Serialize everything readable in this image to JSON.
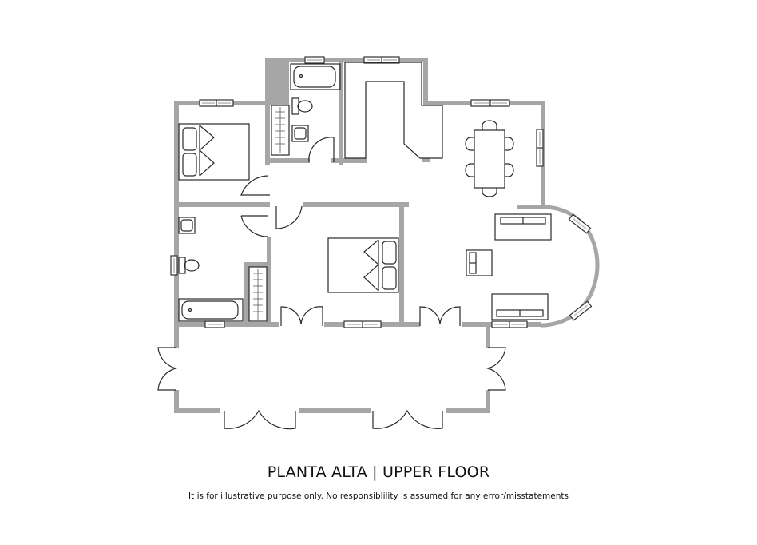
{
  "floorplan": {
    "title": "PLANTA ALTA | UPPER FLOOR",
    "disclaimer": "It is for illustrative purpose only. No responsiblility is assumed for any error/misstatements",
    "colors": {
      "wall": "#a6a6a6",
      "line": "#2a2a2a",
      "background": "#ffffff"
    },
    "rooms": [
      {
        "name": "bedroom-1",
        "furniture": [
          "double-bed"
        ]
      },
      {
        "name": "wardrobe-1",
        "furniture": [
          "wardrobe"
        ]
      },
      {
        "name": "bathroom-1",
        "furniture": [
          "bathtub",
          "toilet",
          "sink"
        ]
      },
      {
        "name": "kitchen",
        "furniture": [
          "l-shaped-counter"
        ]
      },
      {
        "name": "dining",
        "furniture": [
          "dining-table",
          "6-chairs"
        ]
      },
      {
        "name": "bathroom-2",
        "furniture": [
          "sink",
          "toilet",
          "bathtub",
          "wardrobe"
        ]
      },
      {
        "name": "bedroom-2",
        "furniture": [
          "double-bed"
        ]
      },
      {
        "name": "living-room",
        "furniture": [
          "sofa",
          "sofa",
          "armchair"
        ]
      },
      {
        "name": "terrace",
        "furniture": []
      }
    ]
  }
}
